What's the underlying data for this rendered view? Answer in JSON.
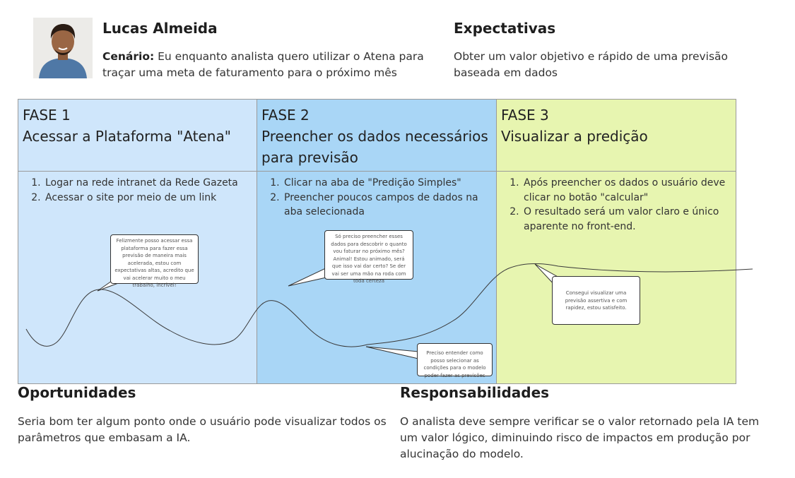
{
  "persona": {
    "name": "Lucas Almeida",
    "scenario_label": "Cenário:",
    "scenario_text": " Eu enquanto analista quero utilizar o Atena para traçar uma meta de faturamento para o próximo mês",
    "avatar_icon": "person-photo"
  },
  "expectations": {
    "title": "Expectativas",
    "text": "Obter um valor objetivo e rápido de uma previsão baseada em dados"
  },
  "phases": [
    {
      "label": "FASE 1",
      "title": "Acessar a Plataforma \"Atena\"",
      "steps": [
        "Logar na rede intranet da Rede Gazeta",
        "Acessar o site por meio de um link"
      ],
      "bubble": "Felizmente posso acessar essa plataforma para fazer essa previsão de maneira mais acelerada, estou com expectativas altas, acredito que vai acelerar muito o meu trabalho, incrível!"
    },
    {
      "label": "FASE 2",
      "title": "Preencher os dados necessários para previsão",
      "steps": [
        "Clicar na aba de \"Predição Simples\"",
        "Preencher poucos campos de dados na aba selecionada"
      ],
      "bubble": "Só preciso preencher esses dados para descobrir o quanto vou faturar no próximo mês? Animal! Estou animado, será que isso vai dar certo? Se der vai ser uma mão na roda com toda certeza",
      "bubble2": "Preciso entender como posso selecionar as condições para o modelo poder fazer as previsões"
    },
    {
      "label": "FASE 3",
      "title": "Visualizar a predição",
      "steps": [
        "Após preencher os dados o usuário deve clicar no botão \"calcular\"",
        "O resultado será um valor claro e único aparente no front-end."
      ],
      "bubble": "Consegui visualizar uma previsão assertiva e com rapidez, estou satisfeito."
    }
  ],
  "opportunities": {
    "title": "Oportunidades",
    "text": "Seria bom ter algum ponto onde o usuário pode visualizar todos os parâmetros que embasam a IA."
  },
  "responsibilities": {
    "title": "Responsabilidades",
    "text": "O analista deve sempre verificar se o valor retornado pela IA tem um valor lógico, diminuindo risco de impactos em produção por alucinação do modelo."
  },
  "colors": {
    "phase1": "#cfe6fb",
    "phase2": "#a9d6f6",
    "phase3": "#e7f5b0"
  }
}
